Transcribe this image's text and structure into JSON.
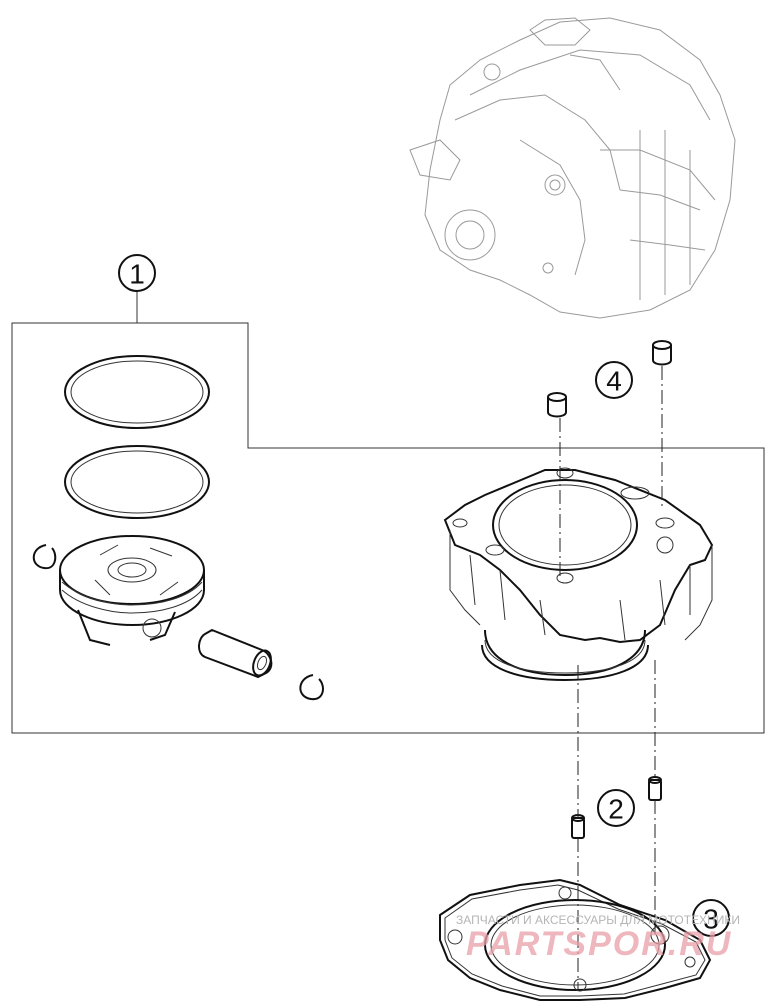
{
  "callouts": [
    {
      "id": "1",
      "label": "1"
    },
    {
      "id": "2",
      "label": "2"
    },
    {
      "id": "3",
      "label": "3"
    },
    {
      "id": "4",
      "label": "4"
    }
  ],
  "watermark": {
    "line1": "ЗАПЧАСТИ И АКСЕССУАРЫ ДЛЯ МОТОТЕХНИКИ",
    "line2": "PARTSPOR.RU"
  },
  "colors": {
    "line": "#111111",
    "faint": "#9a9a9a",
    "watermark": "#e8a0a8"
  }
}
